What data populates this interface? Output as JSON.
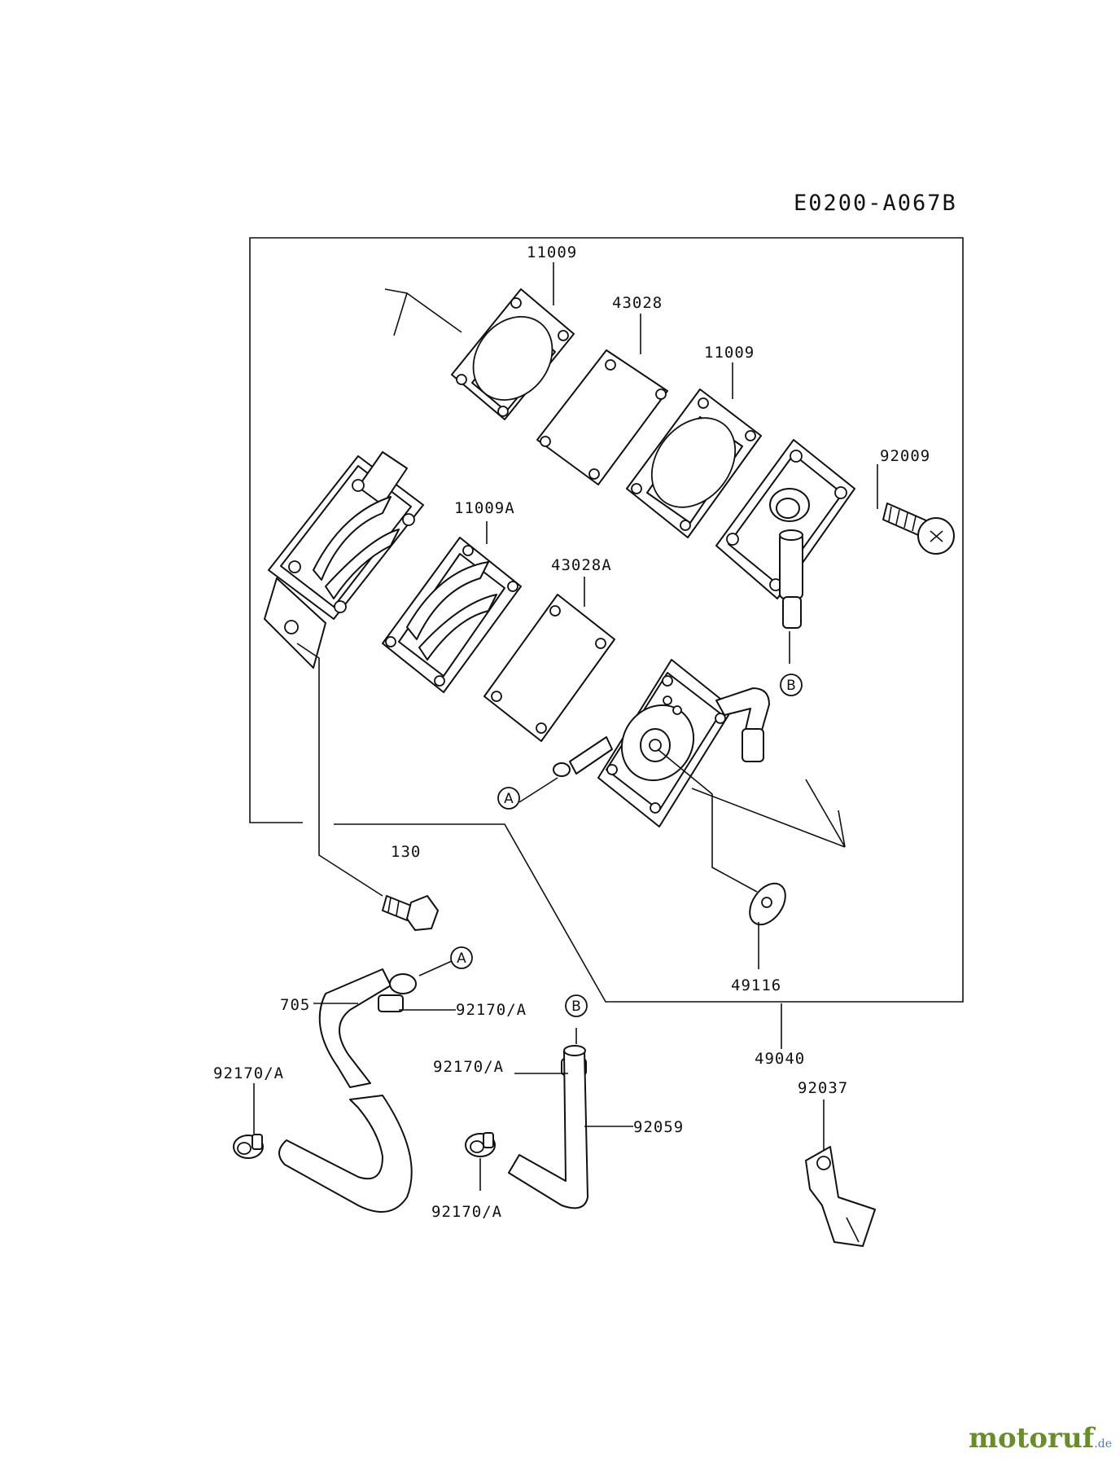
{
  "diagram": {
    "code": "E0200-A067B",
    "labels": {
      "p11009_top": "11009",
      "p43028": "43028",
      "p11009_mid": "11009",
      "p92009": "92009",
      "p11009A": "11009A",
      "p43028A": "43028A",
      "p130": "130",
      "p49116": "49116",
      "p49040": "49040",
      "p705": "705",
      "p92170_a1": "92170/A",
      "p92170_a2": "92170/A",
      "p92170_a3": "92170/A",
      "p92170_a4": "92170/A",
      "p92059": "92059",
      "p92037": "92037"
    },
    "refs": {
      "a_pump": "A",
      "b_pump": "B",
      "a_hose": "A",
      "b_hose": "B"
    }
  },
  "watermark": {
    "brand": "motoruf",
    "suffix": ".de"
  }
}
